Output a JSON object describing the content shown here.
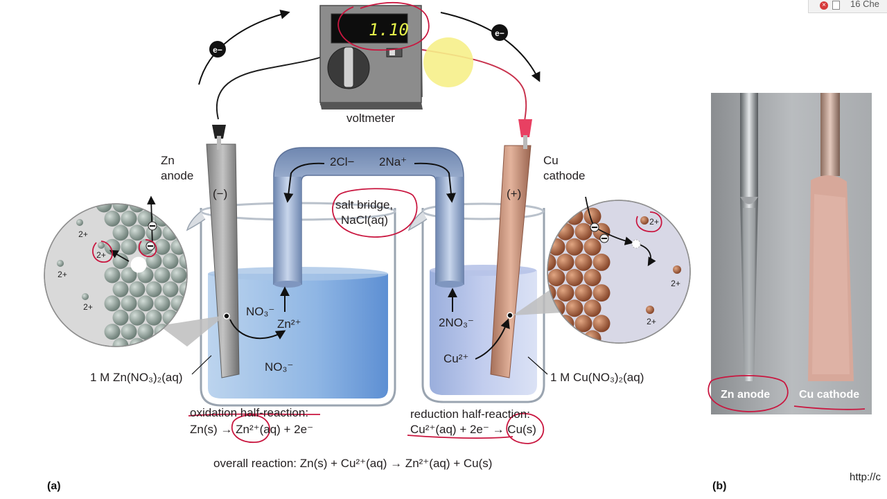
{
  "browser": {
    "tab_title": "16 Che",
    "url_fragment": "http://c"
  },
  "voltmeter": {
    "reading": "1.10",
    "label": "voltmeter"
  },
  "electron": {
    "symbol": "e−"
  },
  "anode": {
    "line1": "Zn",
    "line2": "anode",
    "polarity": "(−)"
  },
  "cathode": {
    "line1": "Cu",
    "line2": "cathode",
    "polarity": "(+)"
  },
  "salt_bridge": {
    "label_line1": "salt bridge,",
    "label_line2": "NaCl(aq)",
    "anion": "2Cl−",
    "cation": "2Na⁺"
  },
  "left_beaker": {
    "ion_nitrate": "NO₃⁻",
    "ion_zinc": "Zn²⁺",
    "solution_label": "1 M Zn(NO₃)₂(aq)"
  },
  "right_beaker": {
    "ion_nitrate": "2NO₃⁻",
    "ion_copper": "Cu²⁺",
    "solution_label": "1 M Cu(NO₃)₂(aq)"
  },
  "zoom": {
    "charge": "2+"
  },
  "reactions": {
    "oxidation_title": "oxidation half-reaction:",
    "oxidation_eq": "Zn(s) → Zn²⁺(aq) + 2e⁻",
    "reduction_title": "reduction half-reaction:",
    "reduction_eq": "Cu²⁺(aq) + 2e⁻ → Cu(s)",
    "overall": "overall reaction: Zn(s) + Cu²⁺(aq) → Zn²⁺(aq) + Cu(s)"
  },
  "panels": {
    "a": "(a)",
    "b": "(b)"
  },
  "photo": {
    "zn_label": "Zn anode",
    "cu_label": "Cu cathode"
  }
}
